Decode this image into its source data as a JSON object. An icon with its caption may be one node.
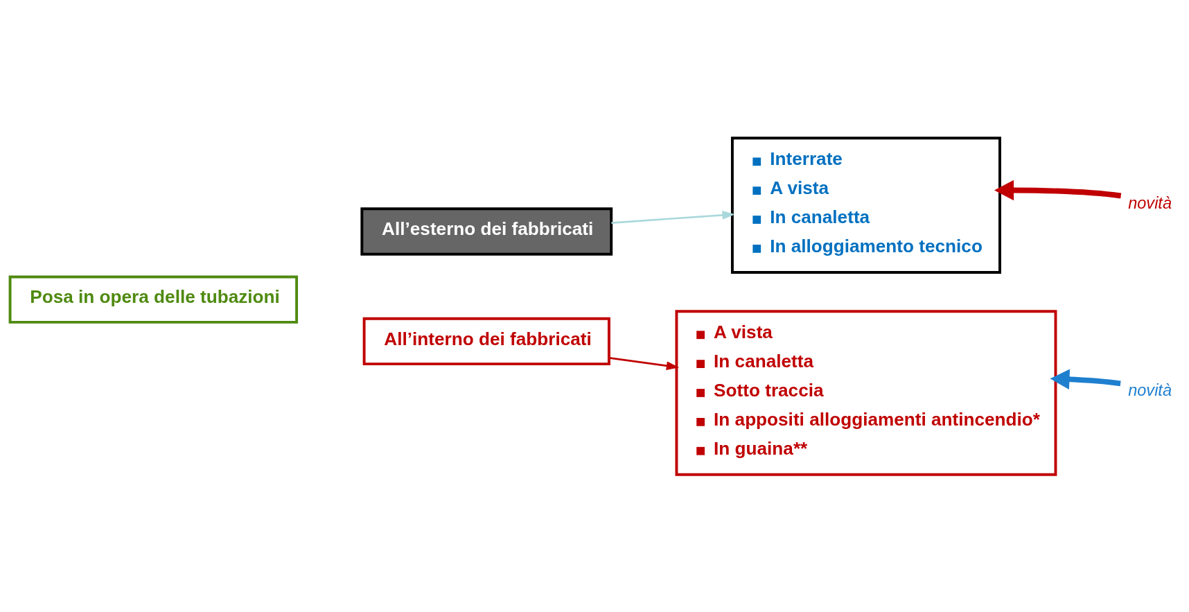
{
  "diagram": {
    "nodes": [
      {
        "text": [
          "Posa in opera delle tubazioni"
        ]
      },
      {
        "text": [
          "All’esterno dei fabbricati"
        ]
      },
      {
        "text": [
          "Interrate",
          "A vista",
          "In canaletta",
          "In alloggiamento tecnico"
        ]
      },
      {
        "text": [
          "novità"
        ]
      },
      {
        "text": [
          "All’interno dei fabbricati"
        ]
      },
      {
        "text": [
          "A vista",
          "In canaletta",
          "Sotto traccia",
          "In appositi alloggiamenti antincendio*",
          "In guaina**"
        ]
      },
      {
        "text": [
          "novità"
        ]
      }
    ],
    "edges": [
      {
        "from": 1,
        "to": 2,
        "arrow": "to",
        "color": "#a9d8dc"
      },
      {
        "from": 3,
        "to": 2,
        "arrow": "to",
        "style": "thick",
        "color": "#c00000"
      },
      {
        "from": 4,
        "to": 5,
        "arrow": "to",
        "color": "#c00000"
      },
      {
        "from": 6,
        "to": 5,
        "arrow": "to",
        "style": "thick",
        "color": "#1f7fcf"
      }
    ]
  }
}
